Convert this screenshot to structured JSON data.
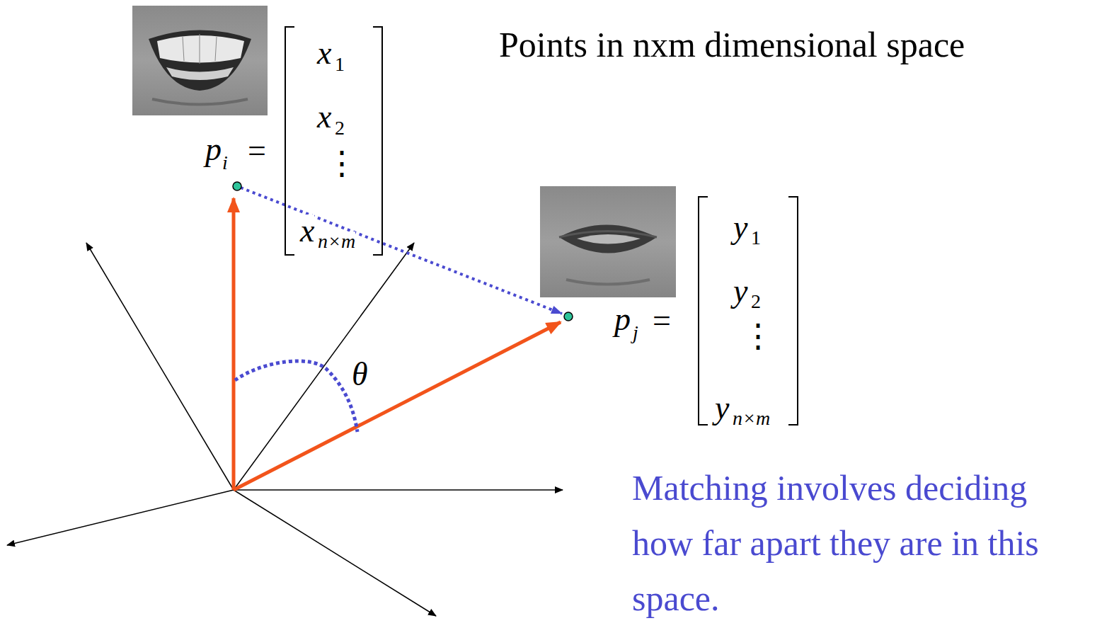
{
  "diagram": {
    "labels": [
      "Points in nxm dimensional space",
      "p",
      "i",
      "=",
      "x",
      "1",
      "x",
      "2",
      "⋮",
      "x",
      "n×m",
      "p",
      "j",
      "=",
      "y",
      "1",
      "y",
      "2",
      "⋮",
      "y",
      "n×m",
      "θ",
      "Matching involves deciding how far apart they are in this space."
    ]
  }
}
